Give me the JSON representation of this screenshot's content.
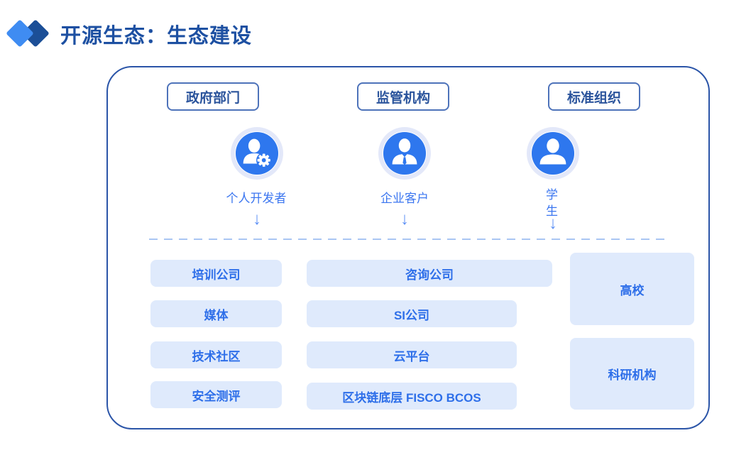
{
  "header": {
    "title": "开源生态：生态建设"
  },
  "panel": {
    "top_groups": [
      {
        "label": "政府部门"
      },
      {
        "label": "监管机构"
      },
      {
        "label": "标准组织"
      }
    ],
    "actors": [
      {
        "label": "个人开发者",
        "icon": "developer-person-gear-icon"
      },
      {
        "label": "企业客户",
        "icon": "business-person-tie-icon"
      },
      {
        "label": "学生",
        "icon": "student-person-icon"
      }
    ],
    "arrow_glyph": "↓",
    "left_column": [
      "培训公司",
      "媒体",
      "技术社区",
      "安全测评"
    ],
    "middle_column": [
      "咨询公司",
      "SI公司",
      "云平台",
      "区块链底层 FISCO BCOS"
    ],
    "right_column": [
      "高校",
      "科研机构"
    ]
  },
  "colors": {
    "title_blue": "#1d50a2",
    "panel_border": "#2b55a8",
    "top_box_border": "#4e73ba",
    "top_box_text": "#2b549c",
    "icon_circle": "#2e77ee",
    "icon_halo": "#e3e8f9",
    "actor_label": "#3b76f0",
    "arrow": "#5b8ff5",
    "dashed_line": "#a9c6f3",
    "chip_bg": "#dfeafc",
    "chip_text": "#2e6fe9",
    "diamond_light": "#3f8cf2",
    "diamond_dark": "#1c4f97"
  }
}
